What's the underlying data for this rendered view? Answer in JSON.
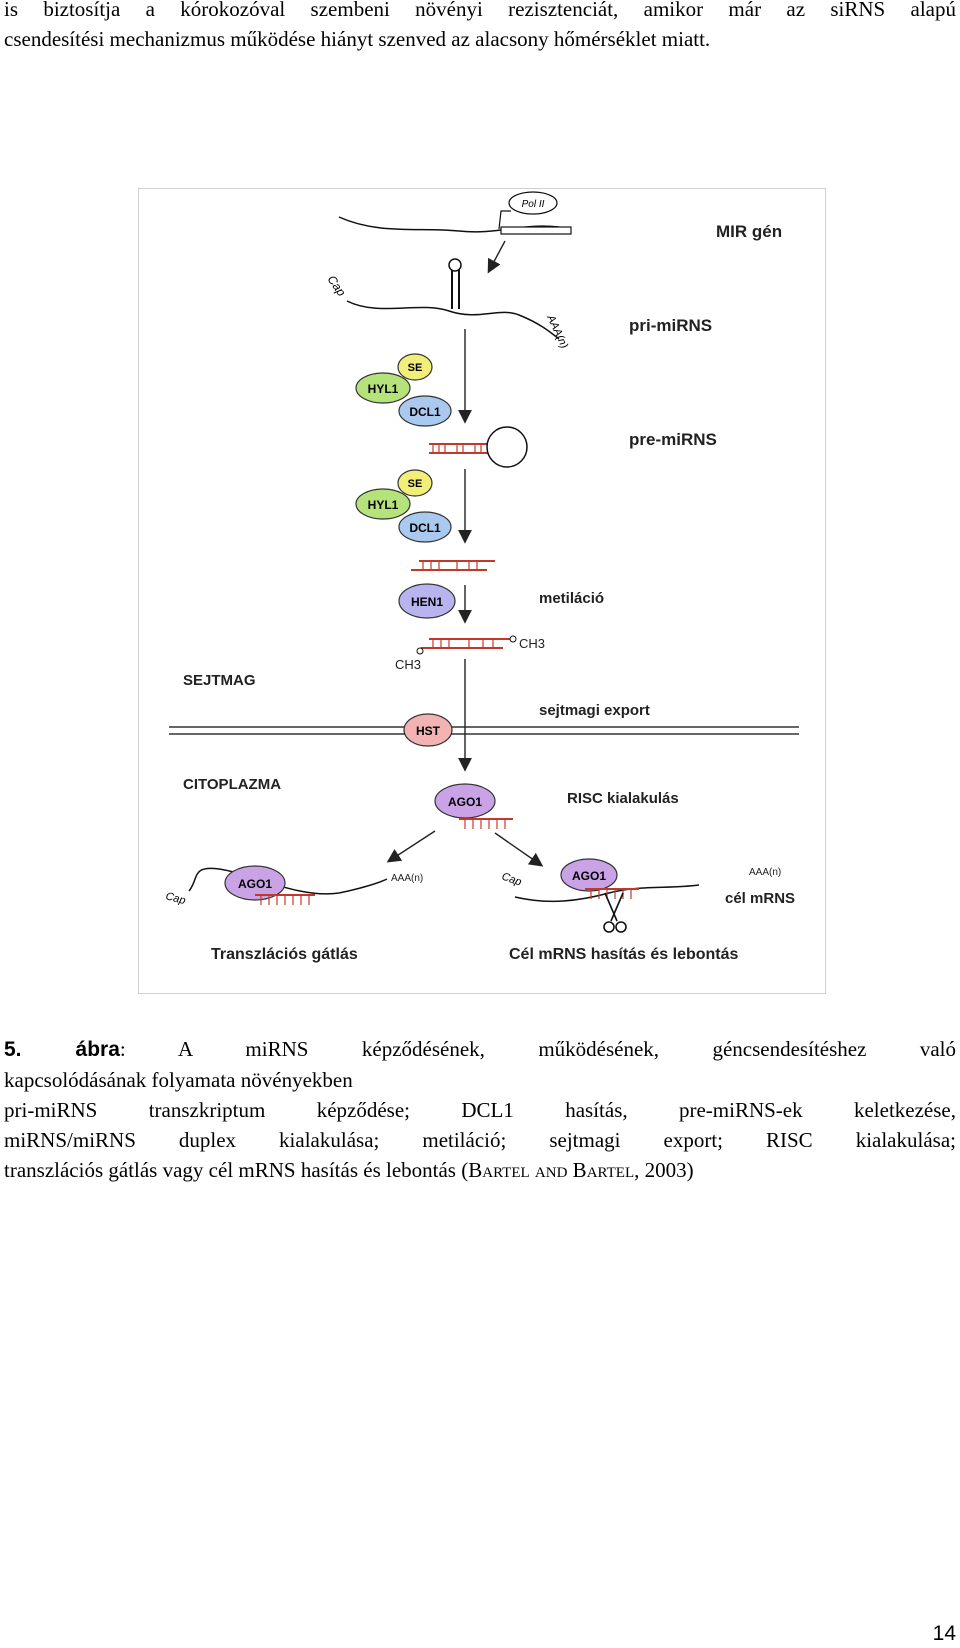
{
  "intro": {
    "line1": "is biztosítja a kórokozóval szembeni növényi rezisztenciát, amikor már az siRNS alapú",
    "line2": "csendesítési mechanizmus működése hiányt szenved az alacsony hőmérséklet miatt."
  },
  "figure": {
    "labels": {
      "pol2": "Pol II",
      "mir_gen": "MIR gén",
      "cap": "Cap",
      "aaa": "AAA(n)",
      "pri_mirns": "pri-miRNS",
      "pre_mirns": "pre-miRNS",
      "se": "SE",
      "hyl1": "HYL1",
      "dcl1": "DCL1",
      "hen1": "HEN1",
      "metilacio": "metiláció",
      "ch3": "CH3",
      "sejtmag": "SEJTMAG",
      "hst": "HST",
      "sejtmagi_export": "sejtmagi export",
      "citoplazma": "CITOPLAZMA",
      "ago1": "AGO1",
      "risc": "RISC kialakulás",
      "cel_mrns": "cél mRNS",
      "transzlacios_gatlas": "Transzlációs gátlás",
      "cel_mrns_hasitas": "Cél mRNS hasítás és lebontás"
    },
    "colors": {
      "se": "#f2ee7a",
      "hyl1": "#b6e27c",
      "dcl1": "#a9c9ef",
      "hen1": "#b8b5ee",
      "hst": "#f3b3b3",
      "ago1": "#c9a3e6",
      "rna": "#c0392b"
    }
  },
  "caption": {
    "number": "5. ábra",
    "colon": ":",
    "line1_rest": " A miRNS képződésének, működésének, géncsendesítéshez való",
    "line2": "kapcsolódásának folyamata növényekben",
    "line3": "pri-miRNS transzkriptum képződése; DCL1 hasítás, pre-miRNS-ek keletkezése,",
    "line4": "miRNS/miRNS duplex kialakulása; metiláció; sejtmagi export; RISC kialakulása;",
    "line5_pre": "transzlációs gátlás vagy cél mRNS hasítás és lebontás (",
    "cite_b1": "B",
    "cite_artel1": "artel",
    "cite_and": " and ",
    "cite_b2": "B",
    "cite_artel2": "artel",
    "line5_post": ", 2003)"
  },
  "page_number": "14"
}
